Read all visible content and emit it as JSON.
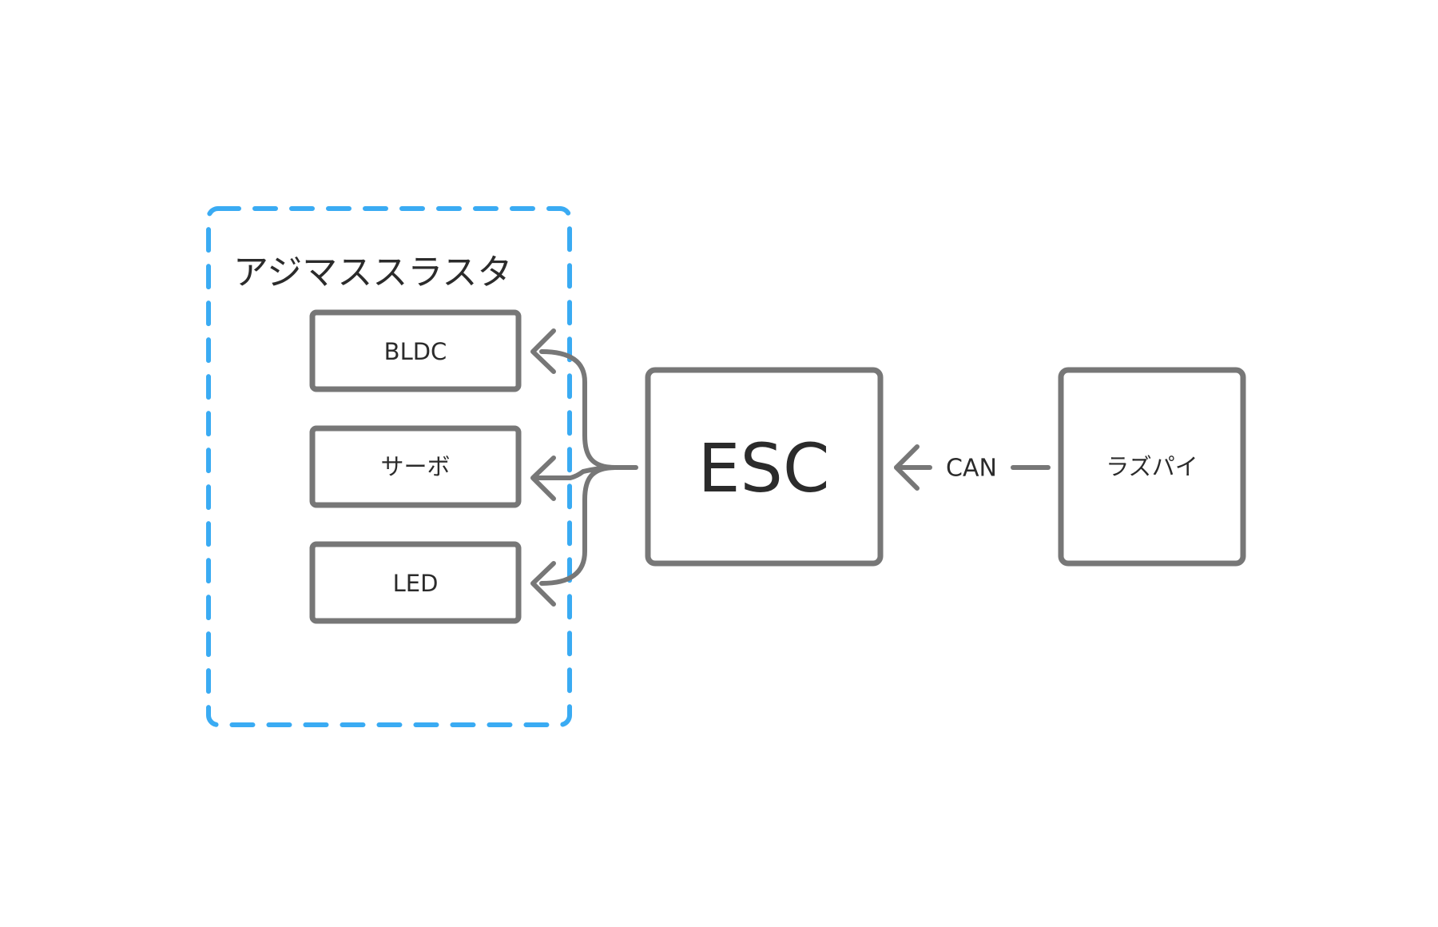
{
  "group": {
    "title": "アジマススラスタ",
    "color": "#3aabf3"
  },
  "components": {
    "bldc": "BLDC",
    "servo": "サーボ",
    "led": "LED"
  },
  "controller": {
    "label": "ESC"
  },
  "host": {
    "label": "ラズパイ"
  },
  "link": {
    "label": "CAN"
  },
  "colors": {
    "stroke": "#777777",
    "text": "#2b2b2b",
    "background": "#ffffff"
  }
}
